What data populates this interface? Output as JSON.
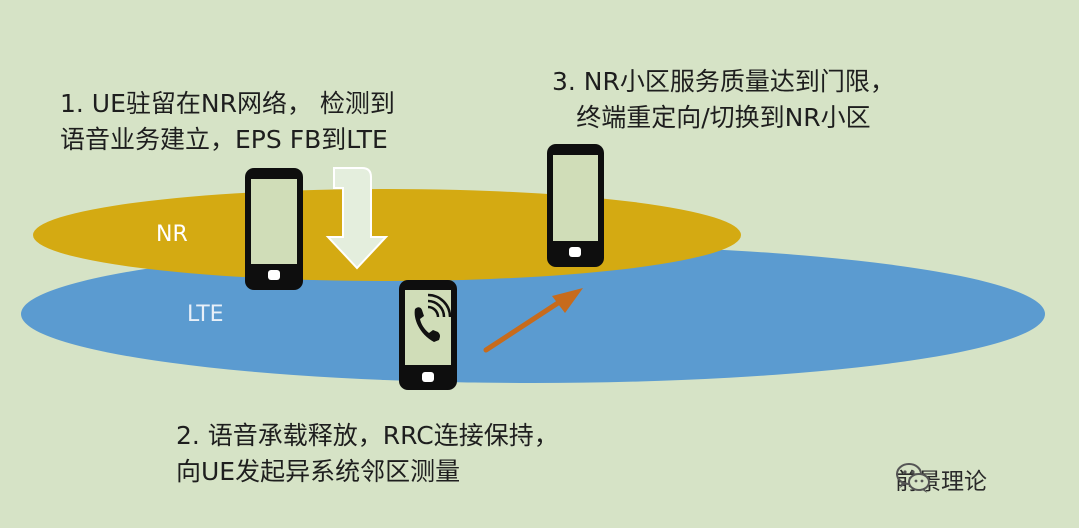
{
  "diagram": {
    "step1": {
      "line1": "1. UE驻留在NR网络， 检测到",
      "line2": "语音业务建立，EPS FB到LTE"
    },
    "step2": {
      "line1": "2. 语音承载释放，RRC连接保持，",
      "line2": "向UE发起异系统邻区测量"
    },
    "step3": {
      "line1": "3. NR小区服务质量达到门限，",
      "line2": "终端重定向/切换到NR小区"
    },
    "layers": {
      "nr": "NR",
      "lte": "LTE"
    },
    "watermark": "前景理论"
  },
  "colors": {
    "background": "#d6e3c6",
    "nr_layer": "#d4aa12",
    "lte_layer": "#5b9bd0",
    "phone_body": "#0e0e0e",
    "phone_screen": "#d0ddb8",
    "fallback_arrow": "#e4eedd",
    "return_arrow": "#c76b1c"
  },
  "icons": [
    "phone-icon",
    "call-icon",
    "wechat-icon"
  ]
}
